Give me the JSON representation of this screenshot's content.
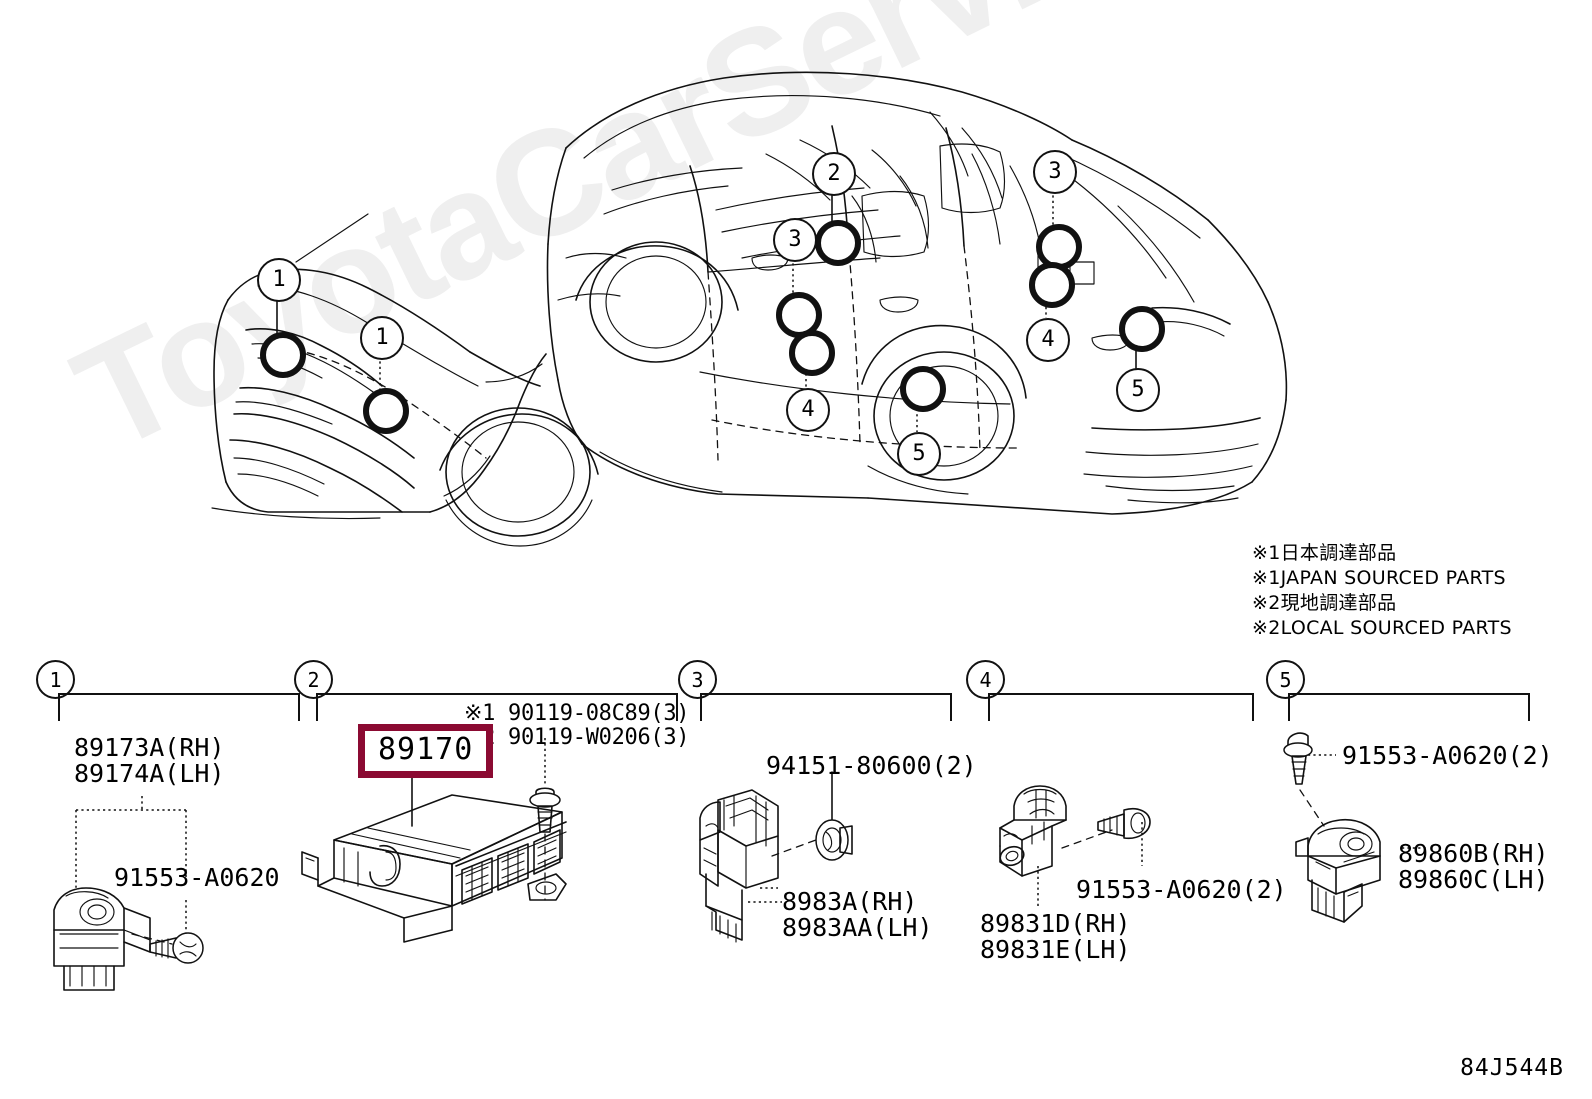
{
  "diagram": {
    "code": "84J544B",
    "watermark": "ToyotaCarService.ru",
    "highlight_color": "#8B0A32"
  },
  "notes": {
    "lines": [
      "※1日本調達部品",
      "※1JAPAN SOURCED PARTS",
      "※2現地調達部品",
      "※2LOCAL SOURCED PARTS"
    ]
  },
  "vehicle_callouts": [
    {
      "id": "1",
      "label": "1"
    },
    {
      "id": "1b",
      "label": "1"
    },
    {
      "id": "2",
      "label": "2"
    },
    {
      "id": "3",
      "label": "3"
    },
    {
      "id": "3b",
      "label": "3"
    },
    {
      "id": "4",
      "label": "4"
    },
    {
      "id": "4b",
      "label": "4"
    },
    {
      "id": "5",
      "label": "5"
    },
    {
      "id": "5b",
      "label": "5"
    }
  ],
  "sections": [
    {
      "index": "1",
      "parts": [
        {
          "number": "89173A(RH)"
        },
        {
          "number": "89174A(LH)"
        },
        {
          "number": "91553-A0620"
        }
      ]
    },
    {
      "index": "2",
      "highlighted": "89170",
      "parts": [
        {
          "number": "※1 90119-08C89(3)"
        },
        {
          "number": "※2 90119-W0206(3)"
        }
      ]
    },
    {
      "index": "3",
      "parts": [
        {
          "number": "94151-80600(2)"
        },
        {
          "number": "8983A(RH)"
        },
        {
          "number": "8983AA(LH)"
        }
      ]
    },
    {
      "index": "4",
      "parts": [
        {
          "number": "91553-A0620(2)"
        },
        {
          "number": "89831D(RH)"
        },
        {
          "number": "89831E(LH)"
        }
      ]
    },
    {
      "index": "5",
      "parts": [
        {
          "number": "91553-A0620(2)"
        },
        {
          "number": "89860B(RH)"
        },
        {
          "number": "89860C(LH)"
        }
      ]
    }
  ]
}
